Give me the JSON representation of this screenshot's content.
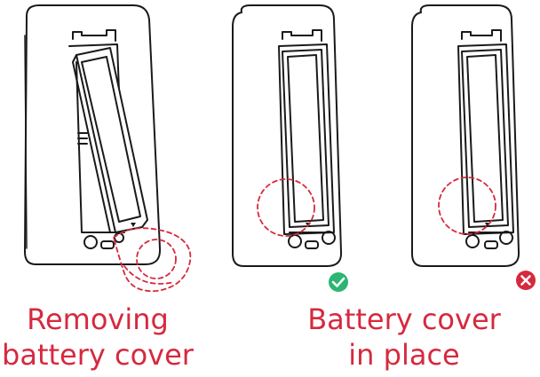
{
  "captions": {
    "left": [
      "Removing",
      "battery cover"
    ],
    "right": [
      "Battery cover",
      "in place"
    ]
  },
  "status_icons": {
    "correct": {
      "icon": "check-icon",
      "color": "#2bb673"
    },
    "wrong": {
      "icon": "cross-icon",
      "color": "#d6293e"
    }
  },
  "colors": {
    "line": "#1a1a1a",
    "dashed_highlight": "#d6293e"
  }
}
